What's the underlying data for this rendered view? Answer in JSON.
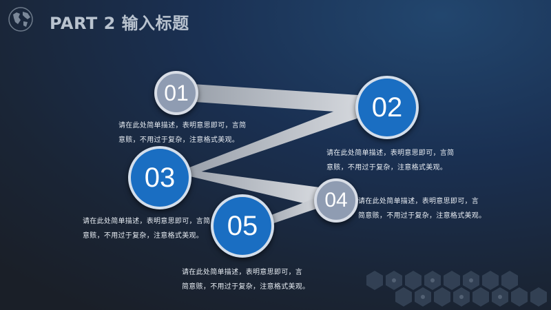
{
  "slide": {
    "title": "PART 2 输入标题"
  },
  "nodes": [
    {
      "id": "01",
      "label": "01",
      "style": "gray"
    },
    {
      "id": "02",
      "label": "02",
      "style": "blue"
    },
    {
      "id": "03",
      "label": "03",
      "style": "blue"
    },
    {
      "id": "04",
      "label": "04",
      "style": "gray"
    },
    {
      "id": "05",
      "label": "05",
      "style": "blue"
    }
  ],
  "descriptions": [
    {
      "for": "01",
      "line1": "请在此处简单描述，表明意思即可，言简",
      "line2": "意赅，不用过于复杂，注意格式美观。"
    },
    {
      "for": "02",
      "line1": "请在此处简单描述，表明意思即可，言简",
      "line2": "意赅，不用过于复杂，注意格式美观。"
    },
    {
      "for": "03",
      "line1": "请在此处简单描述，表明意思即可，言简",
      "line2": "意赅，不用过于复杂，注意格式美观。"
    },
    {
      "for": "04",
      "line1": "请在此处简单描述，表明意思即可，言",
      "line2": "简意赅，不用过于复杂，注意格式美观。"
    },
    {
      "for": "05",
      "line1": "请在此处简单描述，表明意思即可，言",
      "line2": "简意赅，不用过于复杂，注意格式美观。"
    }
  ],
  "colors": {
    "node_blue": "#1a6ec2",
    "node_gray": "#8f9cb2",
    "connector": "#c9ced6"
  },
  "icons": [
    "globe-icon",
    "hexagon-pattern-icon"
  ]
}
